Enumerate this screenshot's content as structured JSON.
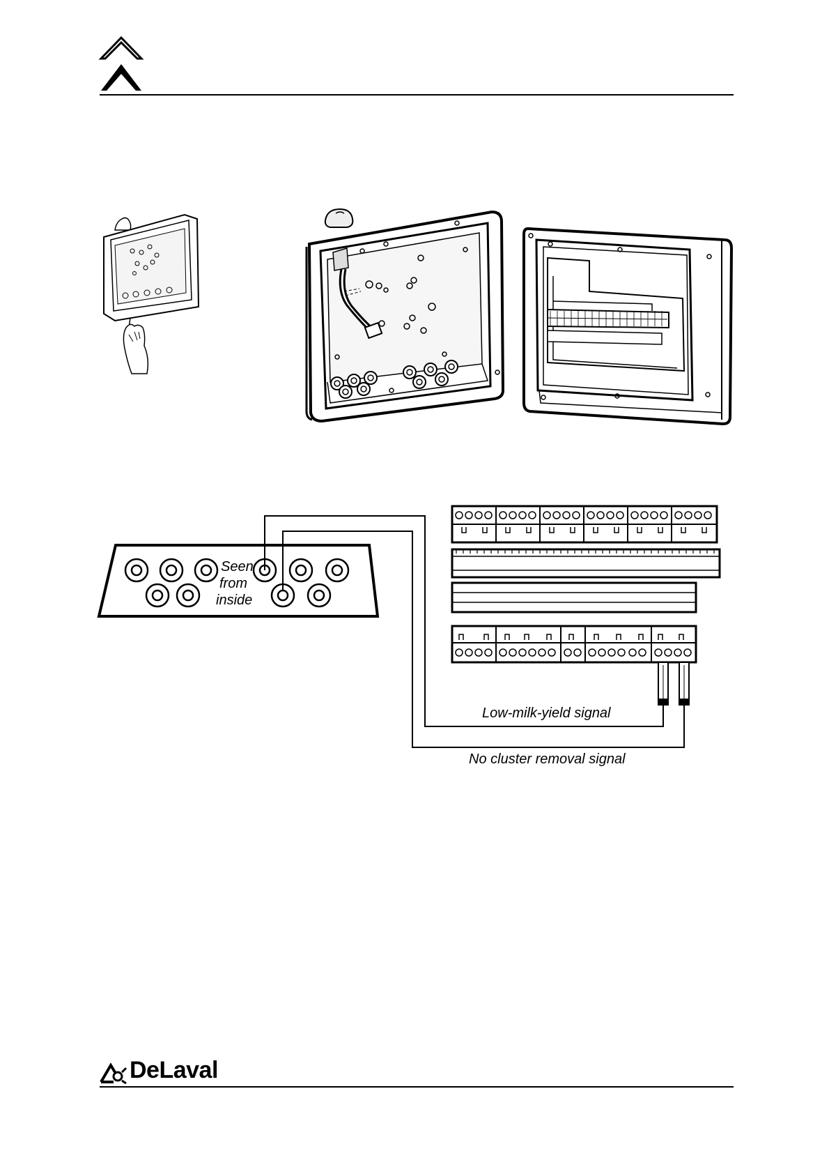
{
  "document": {
    "header_logo": "chevron-logo-icon",
    "figure_top": {
      "small_view_icon": "hand-opening-enclosure-icon",
      "open_box_icon": "open-enclosure-icon",
      "lid_icon": "enclosure-lid-with-terminals-icon"
    },
    "wiring_diagram": {
      "seen_from_inside_line1": "Seen",
      "seen_from_inside_line2": "from",
      "seen_from_inside_line3": "inside",
      "low_milk_yield_label": "Low-milk-yield signal",
      "no_cluster_removal_label": "No cluster removal signal"
    },
    "footer": {
      "brand_name": "DeLaval",
      "brand_icon": "delaval-logo-icon"
    }
  }
}
